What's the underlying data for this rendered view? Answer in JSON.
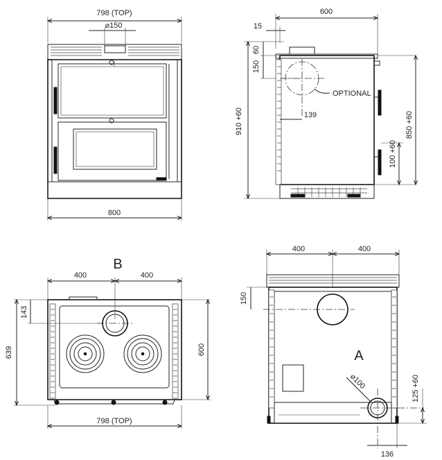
{
  "front_view": {
    "top_width": "798 (TOP)",
    "flue_diameter": "⌀150",
    "base_width": "800"
  },
  "side_view": {
    "depth": "600",
    "offset_top": "15",
    "flue_height": "60",
    "flue_center": "150",
    "total_height": "910 +60",
    "optional_label": "OPTIONAL",
    "rear_offset": "139",
    "body_height": "850 +60",
    "foot_height": "100 +60"
  },
  "top_view": {
    "view_letter": "B",
    "half_left": "400",
    "half_right": "400",
    "flue_offset": "143",
    "overall_depth": "639",
    "body_depth": "600",
    "bottom_width": "798 (TOP)"
  },
  "rear_view": {
    "view_letter": "A",
    "half_left": "400",
    "half_right": "400",
    "flue_center": "150",
    "air_diameter": "⌀100",
    "air_height": "125 +60",
    "air_offset": "136"
  }
}
